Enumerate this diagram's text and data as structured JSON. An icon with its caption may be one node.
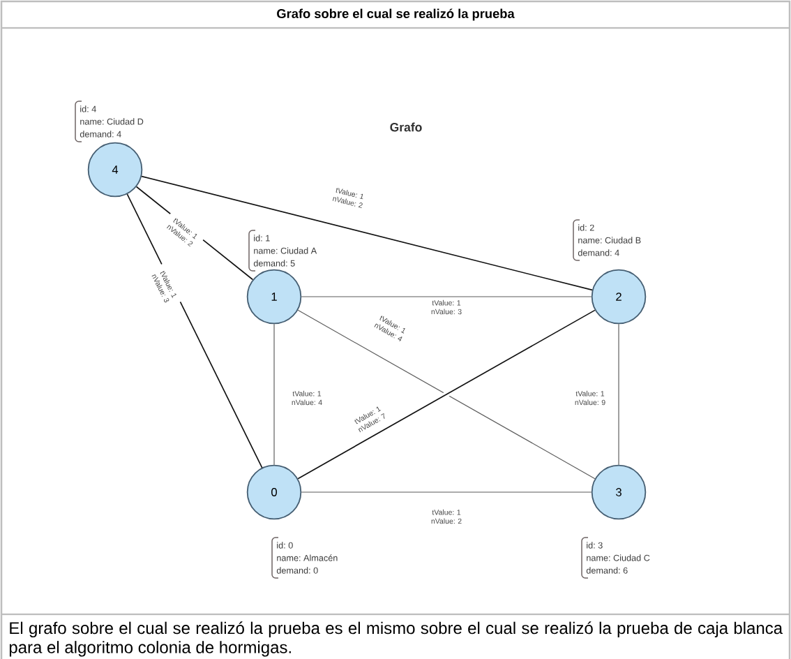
{
  "diagram": {
    "title": "Grafo sobre el cual se realizó la prueba",
    "caption": "El grafo sobre el cual se realizó la prueba es el mismo sobre el cual se realizó la prueba de caja blanca para el algoritmo colonia de hormigas.",
    "nodes": [
      {
        "text": [
          "0"
        ],
        "beside": [
          "id: 0",
          "name: Almacén",
          "demand: 0"
        ]
      },
      {
        "text": [
          "1"
        ],
        "beside": [
          "id: 1",
          "name: Ciudad A",
          "demand: 5"
        ]
      },
      {
        "text": [
          "2"
        ],
        "beside": [
          "id: 2",
          "name: Ciudad B",
          "demand: 4"
        ]
      },
      {
        "text": [
          "3"
        ],
        "beside": [
          "id: 3",
          "name: Ciudad C",
          "demand: 6"
        ]
      },
      {
        "text": [
          "4"
        ],
        "beside": [
          "id: 4",
          "name: Ciudad D",
          "demand: 4"
        ]
      }
    ],
    "edges": [
      {
        "from": 4,
        "to": 2,
        "arrow": "none",
        "label": "tValue: 1 nValue: 2",
        "color": "#111111"
      },
      {
        "from": 4,
        "to": 1,
        "arrow": "none",
        "label": "tValue: 1 nValue: 2",
        "color": "#111111"
      },
      {
        "from": 4,
        "to": 0,
        "arrow": "none",
        "label": "tValue: 1 nValue: 3",
        "color": "#111111"
      },
      {
        "from": 1,
        "to": 2,
        "arrow": "none",
        "label": "tValue: 1 nValue: 3"
      },
      {
        "from": 1,
        "to": 0,
        "arrow": "none",
        "label": "tValue: 1 nValue: 4"
      },
      {
        "from": 1,
        "to": 3,
        "arrow": "none",
        "label": "tValue: 1 nValue: 4"
      },
      {
        "from": 0,
        "to": 2,
        "arrow": "none",
        "label": "tValue: 1 nValue: 7",
        "color": "#111111"
      },
      {
        "from": 2,
        "to": 3,
        "arrow": "none",
        "label": "tValue: 1 nValue: 9"
      },
      {
        "from": 0,
        "to": 3,
        "arrow": "none",
        "label": "tValue: 1 nValue: 2"
      }
    ],
    "labels": [
      "Grafo"
    ]
  }
}
